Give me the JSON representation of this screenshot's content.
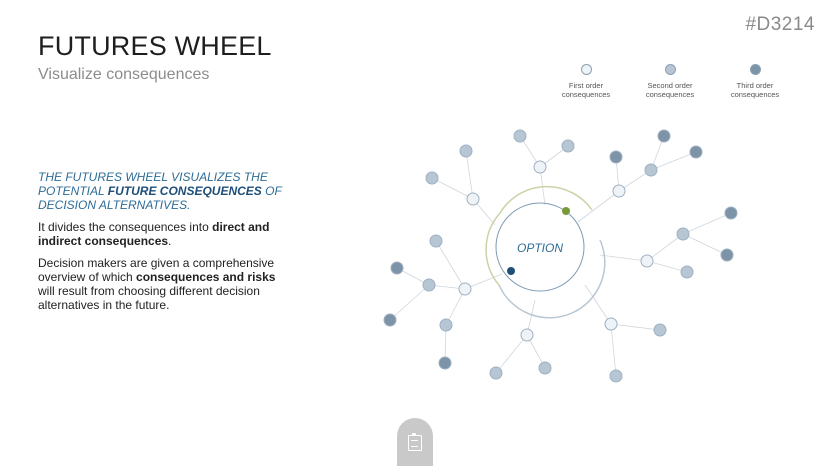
{
  "slide_id": "#D3214",
  "title": "FUTURES WHEEL",
  "subtitle": "Visualize consequences",
  "legend": [
    {
      "line1": "First order",
      "line2": "consequences",
      "color": "#eef3f8"
    },
    {
      "line1": "Second order",
      "line2": "consequences",
      "color": "#b6c6d4"
    },
    {
      "line1": "Third order",
      "line2": "consequences",
      "color": "#7d93a8"
    }
  ],
  "body": {
    "lead_1": "THE FUTURES WHEEL VISUALIZES THE POTENTIAL ",
    "lead_bold": "FUTURE CONSEQUENCES",
    "lead_2": " OF DECISION ALTERNATIVES.",
    "p1_a": "It divides the consequences into ",
    "p1_bold": "direct and indirect consequences",
    "p1_b": ".",
    "p2_a": "Decision makers are given a comprehensive overview of which ",
    "p2_bold": "consequences and risks",
    "p2_b": " will result from choosing different decision alternatives in the future."
  },
  "diagram": {
    "center_label": "OPTION",
    "accent_green": "#7a9a3a",
    "accent_navy": "#1f4e79",
    "node_levels": {
      "first": "first-order",
      "second": "second-order",
      "third": "third-order"
    }
  },
  "footer_icon": "clipboard-icon"
}
